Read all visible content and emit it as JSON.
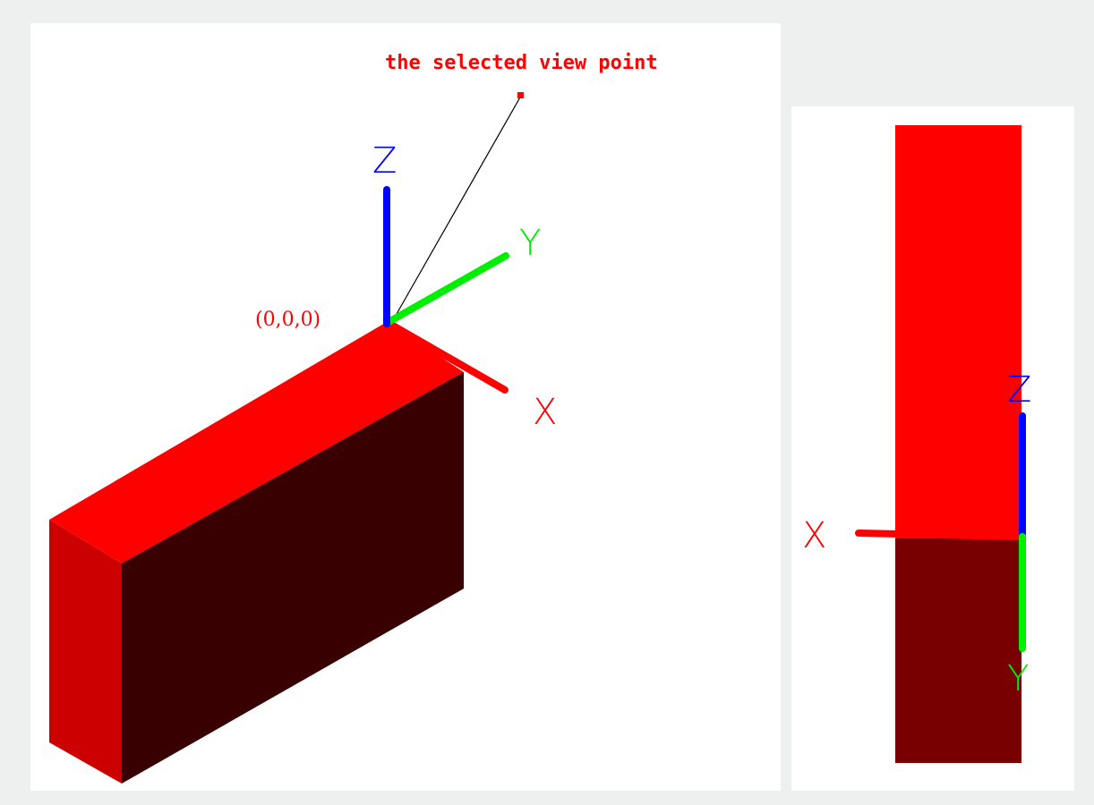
{
  "iso_view": {
    "viewpoint_label": "the selected view point",
    "origin_label": "(0,0,0)",
    "axis_x_label": "X",
    "axis_y_label": "Y",
    "axis_z_label": "Z"
  },
  "front_view": {
    "axis_x_label": "X",
    "axis_y_label": "Y",
    "axis_z_label": "Z"
  },
  "colors": {
    "background": "#eef0f0",
    "panel": "#ffffff",
    "box_top": "#ff0000",
    "box_front": "#380000",
    "box_side": "#cc0000",
    "front_upper": "#ff0000",
    "front_lower": "#780000",
    "axis_x": "#ff0000",
    "axis_y": "#00ee00",
    "axis_z": "#0000ff",
    "viewpoint": "#ff0000",
    "view_line": "#000000"
  }
}
